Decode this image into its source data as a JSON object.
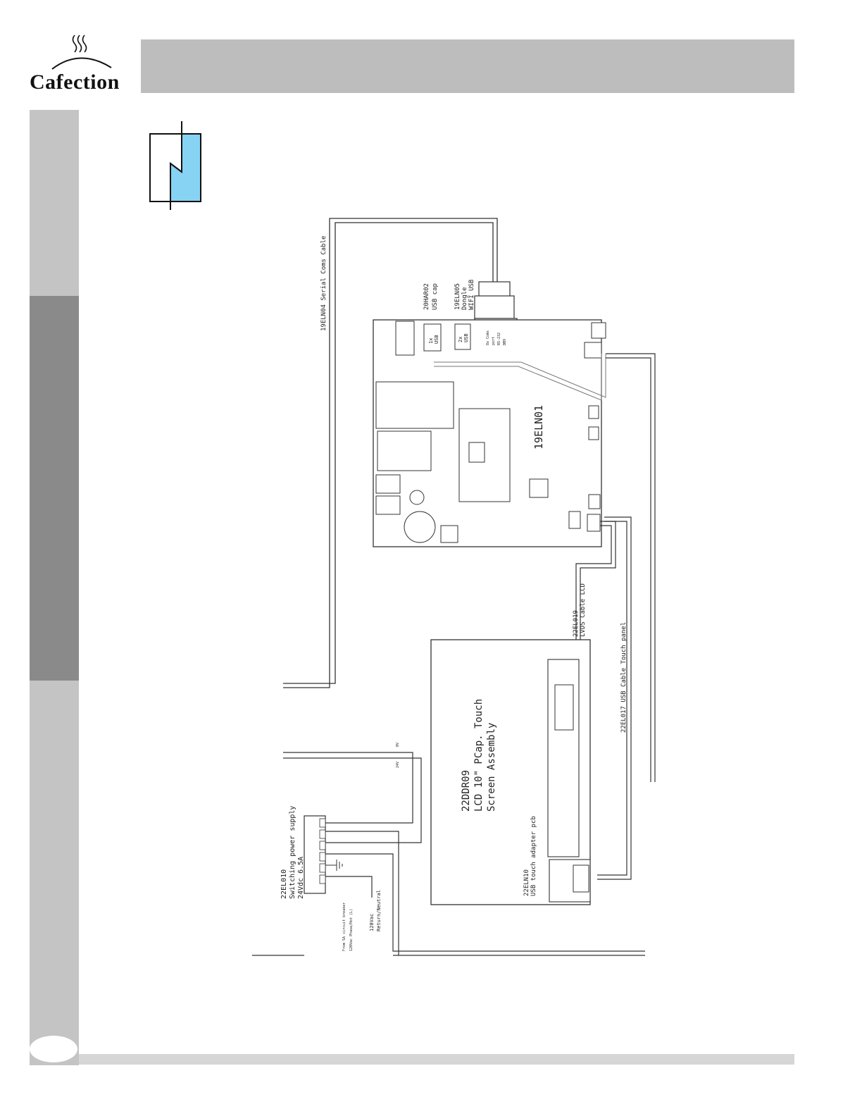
{
  "brand": {
    "name": "Cafection"
  },
  "icons": {
    "logo_steam": "steam-icon",
    "hazard": "electrical-hazard-icon",
    "ground": "ground-symbol-icon"
  },
  "colors": {
    "header": "#bdbdbd",
    "sidebar_light": "#c4c4c4",
    "sidebar_dark": "#8a8a8a",
    "hazard_fill": "#87d3f3"
  },
  "schematic": {
    "serial_cable": "19ELN04 Serial Coms Cable",
    "usb_cap": [
      "20HAR02",
      "USB cap"
    ],
    "wifi_dongle": [
      "19ELN05",
      "Dongle",
      "WIFI USB"
    ],
    "board": "19ELN01",
    "board_ports": {
      "usb_1x": [
        "1x",
        "USB"
      ],
      "usb_2x": [
        "2x",
        "USB"
      ],
      "coms_port": [
        "8x Coms",
        "port",
        "RS-232",
        "DB9"
      ]
    },
    "lvds_cable": [
      "22EL019",
      "LVDS Cable LCD"
    ],
    "usb_touch_cable": "22EL017 USB Cable Touch panel",
    "lcd_assembly": [
      "22DDR09",
      "LCD 10\" PCap. Touch",
      "Screen Assembly"
    ],
    "usb_adapter": [
      "22ELN10",
      "USB touch adapter pcb"
    ],
    "power_supply": [
      "22EL010",
      "Switching power supply",
      "24Vdc 6.5A"
    ],
    "mains_in": [
      "120Vac",
      "Return/Neutral"
    ],
    "breaker_labels": [
      "From 5A circuit breaker",
      "120Vac Phase/Hot (L)"
    ],
    "volt_labels": [
      "24V",
      "0V"
    ]
  }
}
